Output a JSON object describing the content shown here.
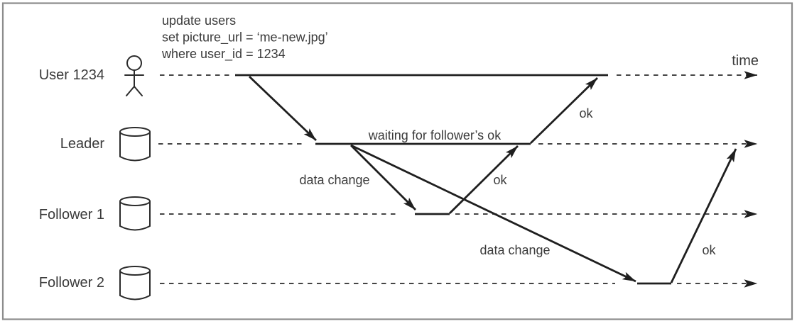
{
  "figure": {
    "type": "leader-based-replication-sequence-diagram",
    "time_axis_label": "time",
    "query": {
      "lines": [
        "update users",
        "set picture_url = ‘me-new.jpg’",
        "where user_id = 1234"
      ]
    },
    "lanes": [
      {
        "label": "User 1234",
        "icon": "person-icon"
      },
      {
        "label": "Leader",
        "icon": "database-icon"
      },
      {
        "label": "Follower 1",
        "icon": "database-icon"
      },
      {
        "label": "Follower 2",
        "icon": "database-icon"
      }
    ],
    "annotations": {
      "waiting": "waiting for follower’s ok",
      "data_change_leader_to_follower1": "data change",
      "data_change_leader_to_follower2": "data change",
      "ok_follower1_to_leader": "ok",
      "ok_leader_to_user": "ok",
      "ok_follower2_to_leader": "ok"
    },
    "colors": {
      "line": "#1f1f1f",
      "dashed_line": "#2b2b2b",
      "text": "#3a3a3a",
      "frame": "#8c8c8c",
      "background": "#ffffff"
    }
  }
}
